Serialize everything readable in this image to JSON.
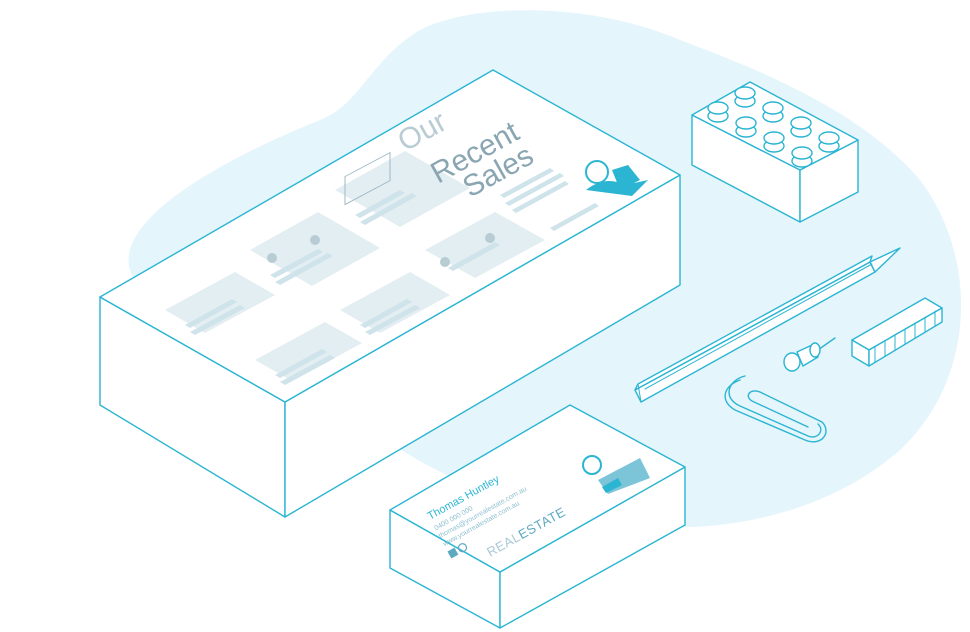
{
  "brochure": {
    "title_line1": "Our",
    "title_line2": "Recent",
    "title_line3": "Sales"
  },
  "business_card": {
    "name": "Thomas Huntley",
    "phone": "0400 000 000",
    "email": "thomas@yourrealestate.com.au",
    "website": "www.yourrealestate.com.au",
    "brand_part1": "REAL",
    "brand_part2": "ESTATE",
    "social_icons": [
      "facebook-icon",
      "instagram-icon"
    ]
  },
  "colors": {
    "accent": "#2bb5d3",
    "blob": "#e4f5fb",
    "tile": "#e3eef2"
  }
}
